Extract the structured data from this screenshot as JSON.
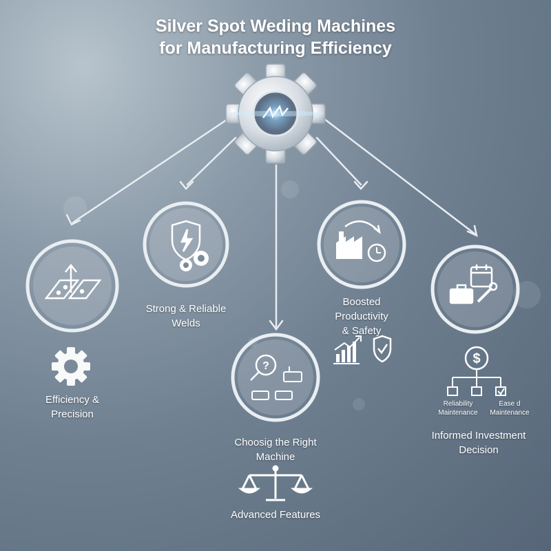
{
  "title": {
    "line1": "Silver Spot Weding Machines",
    "line2": "for Manufacturing Efficiency"
  },
  "nodes": {
    "efficiency": {
      "label_line1": "Efficiency &",
      "label_line2": "Precision",
      "icon": "surface-arrow-icon",
      "sub_icon": "gear-icon"
    },
    "welds": {
      "label_line1": "Strong & Reliable",
      "label_line2": "Welds",
      "icon": "shield-lightning-icon",
      "sub_icon": "gears-icon"
    },
    "machine": {
      "label_line1": "Choosig the Right",
      "label_line2": "Machine",
      "icon": "magnifier-question-icon",
      "sub_icon": "balance-scale-icon",
      "footer": "Advanced Features"
    },
    "productivity": {
      "label_line1": "Boosted",
      "label_line2": "Productivity",
      "label_line3": "& Safety",
      "icon": "factory-clock-icon",
      "sub_icon": "growth-chart-icon"
    },
    "investment": {
      "label": "Informed Investment",
      "label_line2": "Decision",
      "icon": "toolbox-calendar-icon",
      "sub_icon": "dollar-icon",
      "branch_left_line1": "Reliability",
      "branch_left_line2": "Maintenance",
      "branch_right_line1": "Ease d",
      "branch_right_line2": "Maintenance"
    }
  },
  "colors": {
    "accent": "#ffffff",
    "icon": "#4a5a6e",
    "circle_fill": "#eef1f4",
    "glow": "#8fd0ff"
  }
}
